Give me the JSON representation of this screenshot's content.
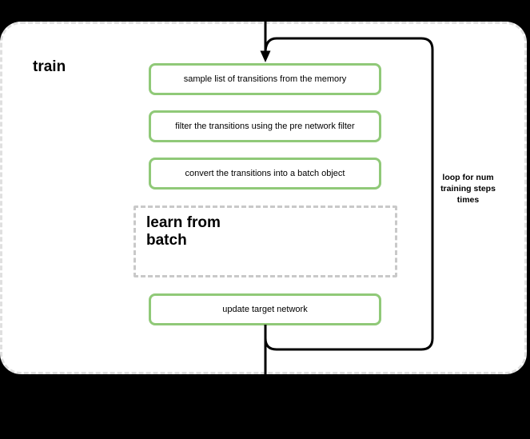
{
  "diagram": {
    "title": "train",
    "steps": [
      {
        "label": "sample list of transitions from the memory"
      },
      {
        "label": "filter the transitions using the pre network filter"
      },
      {
        "label": "convert the transitions into a batch object"
      },
      {
        "label": "learn from\nbatch"
      },
      {
        "label": "update target network"
      }
    ],
    "loop_label": "loop for num\ntraining steps\ntimes",
    "colors": {
      "background": "#000000",
      "surface": "#ffffff",
      "container_border": "#e0e0e0",
      "step_border": "#90c978",
      "group_border": "#c9c9c9",
      "connector": "#000000",
      "text": "#000000"
    }
  }
}
